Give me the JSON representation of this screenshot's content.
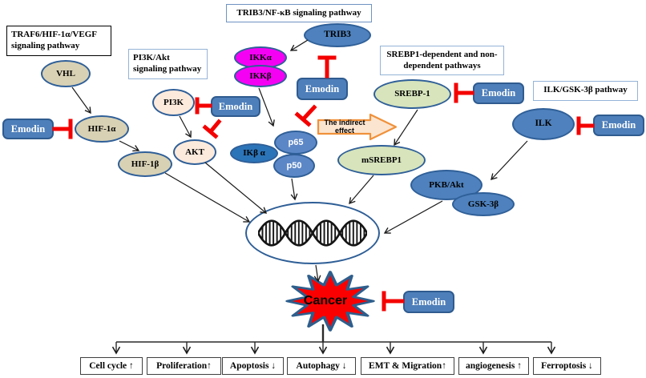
{
  "figure": {
    "subject": "Emodin anti-cancer signaling pathways diagram"
  },
  "inhibitor": {
    "label": "Emodin"
  },
  "pathway_boxes": {
    "traf6_vegf": "TRAF6/HIF-1α/VEGF signaling pathway",
    "pi3k_akt": "PI3K/Akt signaling pathway",
    "trib3_nfkb": "TRIB3/NF-κB signaling pathway",
    "srebp1": "SREBP1-dependent and non-dependent pathways",
    "ilk_gsk": "ILK/GSK-3β pathway"
  },
  "nodes": {
    "vhl": "VHL",
    "hif1a": "HIF-1α",
    "hif1b": "HIF-1β",
    "pi3k": "PI3K",
    "akt": "AKT",
    "trib3": "TRIB3",
    "ikk_alpha": "IKKα",
    "ikk_beta": "IKKβ",
    "ikb_alpha": "IKβ α",
    "p65": "p65",
    "p50": "p50",
    "srebp1": "SREBP-1",
    "msrebp1": "mSREBP1",
    "ilk": "ILK",
    "pkb_akt": "PKB/Akt",
    "gsk3b": "GSK-3β"
  },
  "effects": {
    "indirect": "The indirect effect",
    "cancer": "Cancer"
  },
  "outcomes": [
    {
      "label": "Cell cycle ↑"
    },
    {
      "label": "Proliferation↑"
    },
    {
      "label": "Apoptosis ↓"
    },
    {
      "label": "Autophagy ↓"
    },
    {
      "label": "EMT & Migration↑"
    },
    {
      "label": "angiogenesis ↑"
    },
    {
      "label": "Ferroptosis ↓"
    }
  ],
  "colors": {
    "emodin_fill": "#4E7FBA",
    "emodin_border": "#2F5B8F",
    "node_border": "#2F5F98",
    "tan": "#D8D1B4",
    "peach": "#FCEADC",
    "magenta": "#F401F4",
    "steel_blue": "#4E81BD",
    "nfkb_blue": "#5C87C7",
    "ikb_blue": "#2B74B8",
    "light_green": "#D7E4BC",
    "inhibit_red": "#F40000",
    "cancer_red": "#FA0000",
    "star_border": "#2E5E8C",
    "indirect_fill": "#FBE5D0",
    "indirect_border": "#F0913B",
    "arrow_black": "#1A1A1A"
  }
}
